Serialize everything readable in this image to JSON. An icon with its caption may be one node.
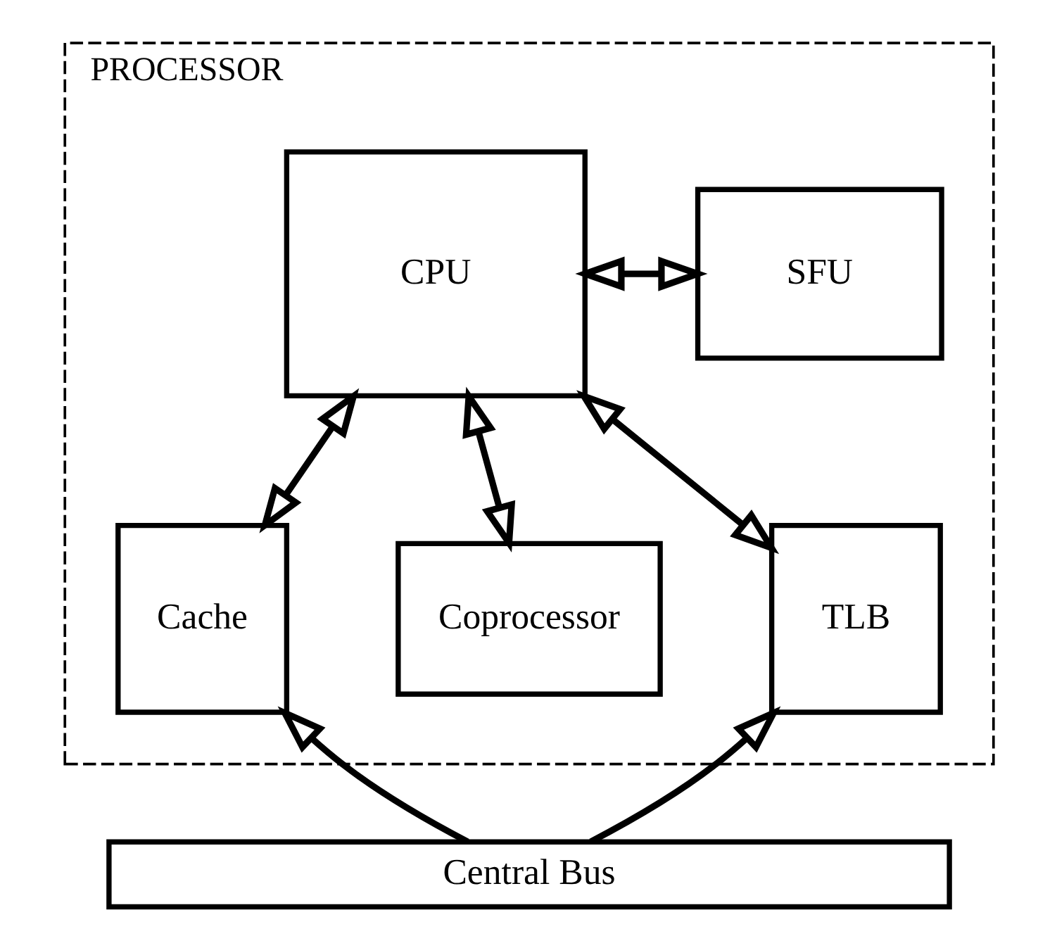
{
  "diagram": {
    "nodes": [
      {
        "text": [
          "PROCESSOR"
        ]
      },
      {
        "text": [
          "SFU"
        ],
        "in": 0
      },
      {
        "text": [
          "CPU"
        ],
        "in": 0
      },
      {
        "text": [
          "TLB"
        ],
        "in": 0
      },
      {
        "text": [
          "Cache"
        ],
        "in": 0
      },
      {
        "text": [
          "Coprocessor"
        ],
        "in": 0
      },
      {
        "text": [
          "Central Bus"
        ]
      }
    ],
    "edges": [
      {
        "from": 1,
        "to": 2,
        "arrow": "both"
      },
      {
        "from": 2,
        "to": 3,
        "arrow": "both"
      },
      {
        "from": 2,
        "to": 4,
        "arrow": "both"
      },
      {
        "from": 2,
        "to": 5,
        "arrow": "both"
      },
      {
        "from": 6,
        "to": 3,
        "arrow": "to"
      },
      {
        "from": 6,
        "to": 4,
        "arrow": "to"
      }
    ]
  }
}
